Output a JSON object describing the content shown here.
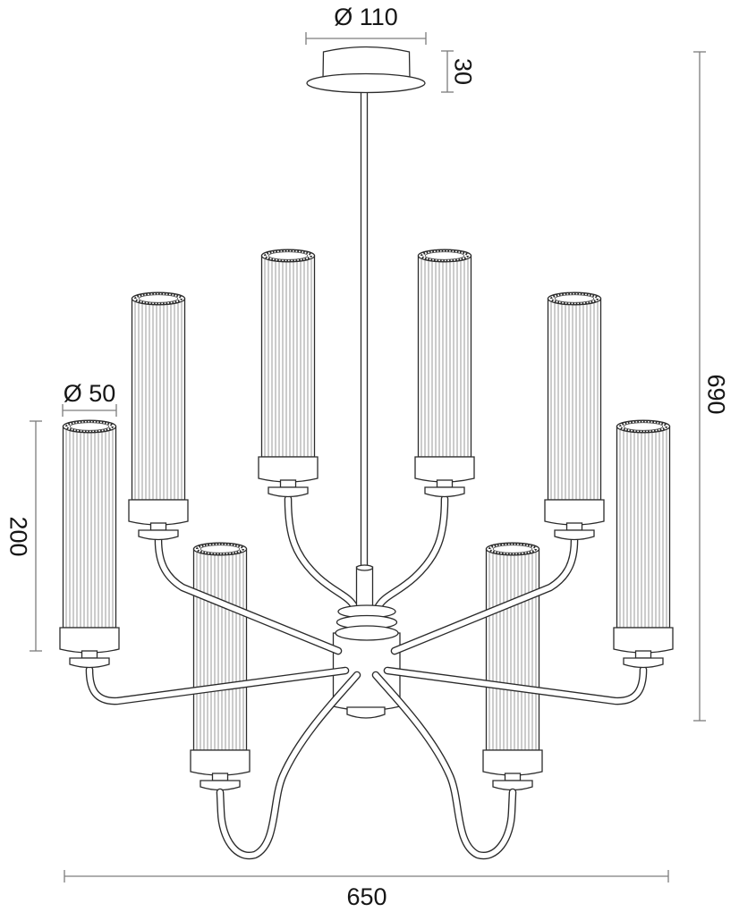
{
  "title": "Chandelier technical dimension drawing",
  "drawing": {
    "subject": "8-arm chandelier with fluted cylindrical shades",
    "style": "black line art on white background",
    "parts": [
      "ceiling-canopy",
      "central-rod",
      "center-hub",
      "curved-arms",
      "fluted-shades"
    ]
  },
  "dimensions": {
    "canopy_diameter": "Ø 110",
    "canopy_height": "30",
    "shade_diameter": "Ø 50",
    "shade_height": "200",
    "overall_height": "690",
    "overall_width": "650"
  },
  "colors": {
    "line": "#2b2b2b",
    "dim_line": "#7d7d7d",
    "text": "#161616",
    "background": "#ffffff"
  }
}
